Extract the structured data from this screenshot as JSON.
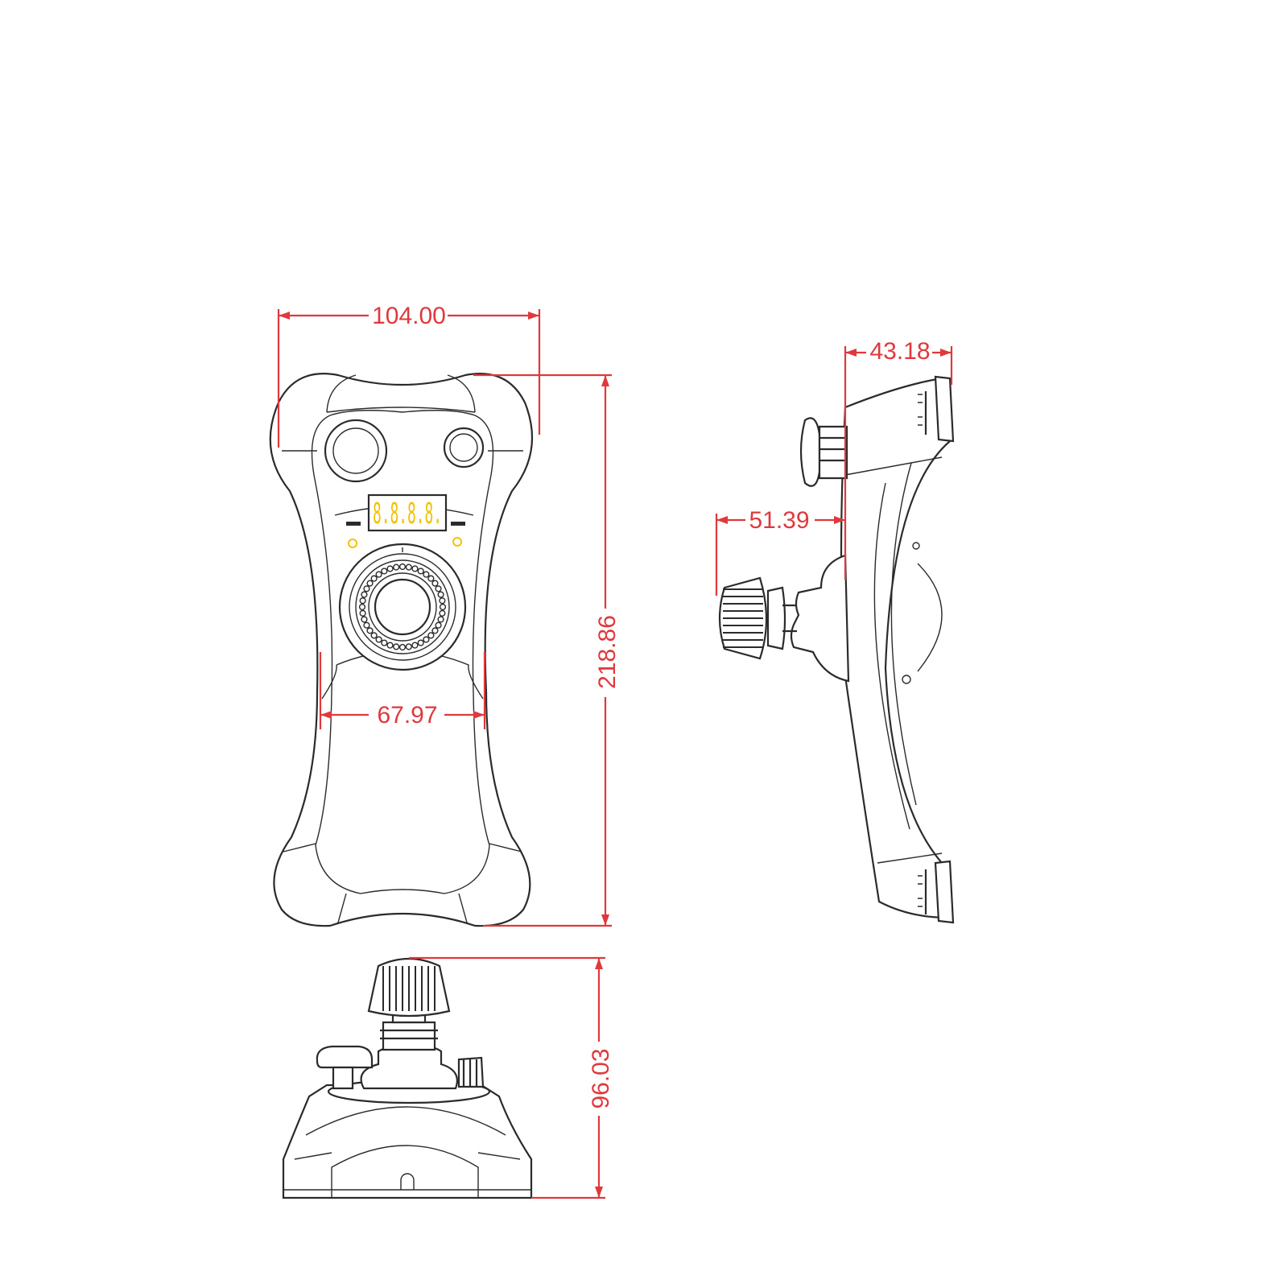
{
  "dimensions": {
    "overall_width": "104.00",
    "overall_height": "218.86",
    "waist_width": "67.97",
    "side_depth_top": "43.18",
    "side_stick_offset": "51.39",
    "base_height": "96.03"
  },
  "display": {
    "readout": "8.8.8.8."
  },
  "colors": {
    "dimension_lines": "#e0393d",
    "display_segments": "#f2c200",
    "line_art": "#2b2b2b",
    "background": "#ffffff"
  }
}
